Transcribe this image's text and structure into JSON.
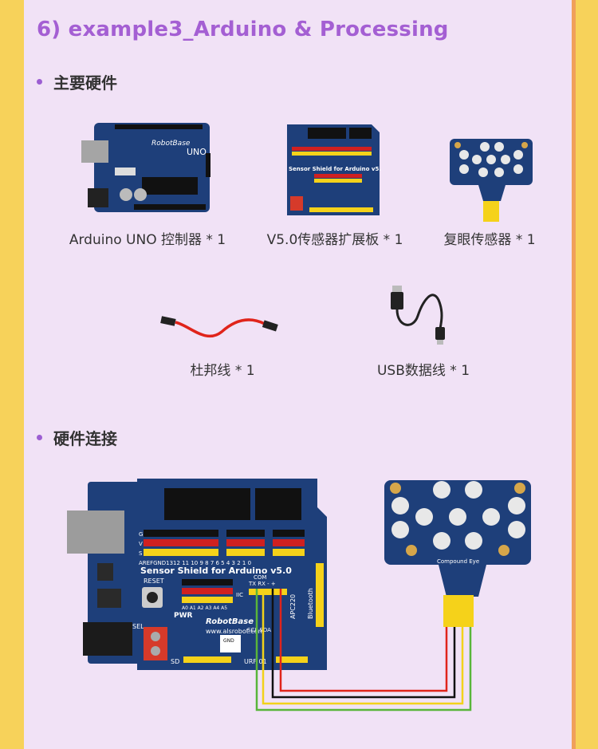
{
  "title": "6) example3_Arduino & Processing",
  "section_hardware": "主要硬件",
  "section_connection": "硬件连接",
  "items": [
    {
      "label": "Arduino UNO 控制器 * 1"
    },
    {
      "label": "V5.0传感器扩展板 * 1"
    },
    {
      "label": "复眼传感器 * 1"
    },
    {
      "label": "杜邦线 * 1"
    },
    {
      "label": "USB数据线 * 1"
    }
  ],
  "board_text": {
    "uno_logo": "RobotBase",
    "uno": "UNO",
    "shield_name": "Sensor Shield for Arduino v5.0",
    "reset": "RESET",
    "pwr": "PWR",
    "com": "COM",
    "iic": "IIC",
    "apc220": "APC220",
    "bluetooth": "Bluetooth",
    "website": "www.alsrobot.com",
    "urf": "URF 01",
    "sd": "SD",
    "sel": "SEL",
    "gnd": "GND",
    "gvs": [
      "G",
      "V",
      "S"
    ],
    "pin_row": "AREFGND1312   11 10 9 8      7 6 5 4      3 2 1 0",
    "analog_row": "A0 A1 A2 A3 A4 A5",
    "txrx": "TX RX  -  +",
    "sclsda": "SCL SDA",
    "compound_eye": "Compound Eye"
  },
  "colors": {
    "title": "#a45fd3",
    "board_blue": "#1e3f7a",
    "wire_red": "#e0241b",
    "wire_black": "#111111",
    "wire_yellow": "#f2d21a",
    "wire_green": "#59b53a"
  }
}
